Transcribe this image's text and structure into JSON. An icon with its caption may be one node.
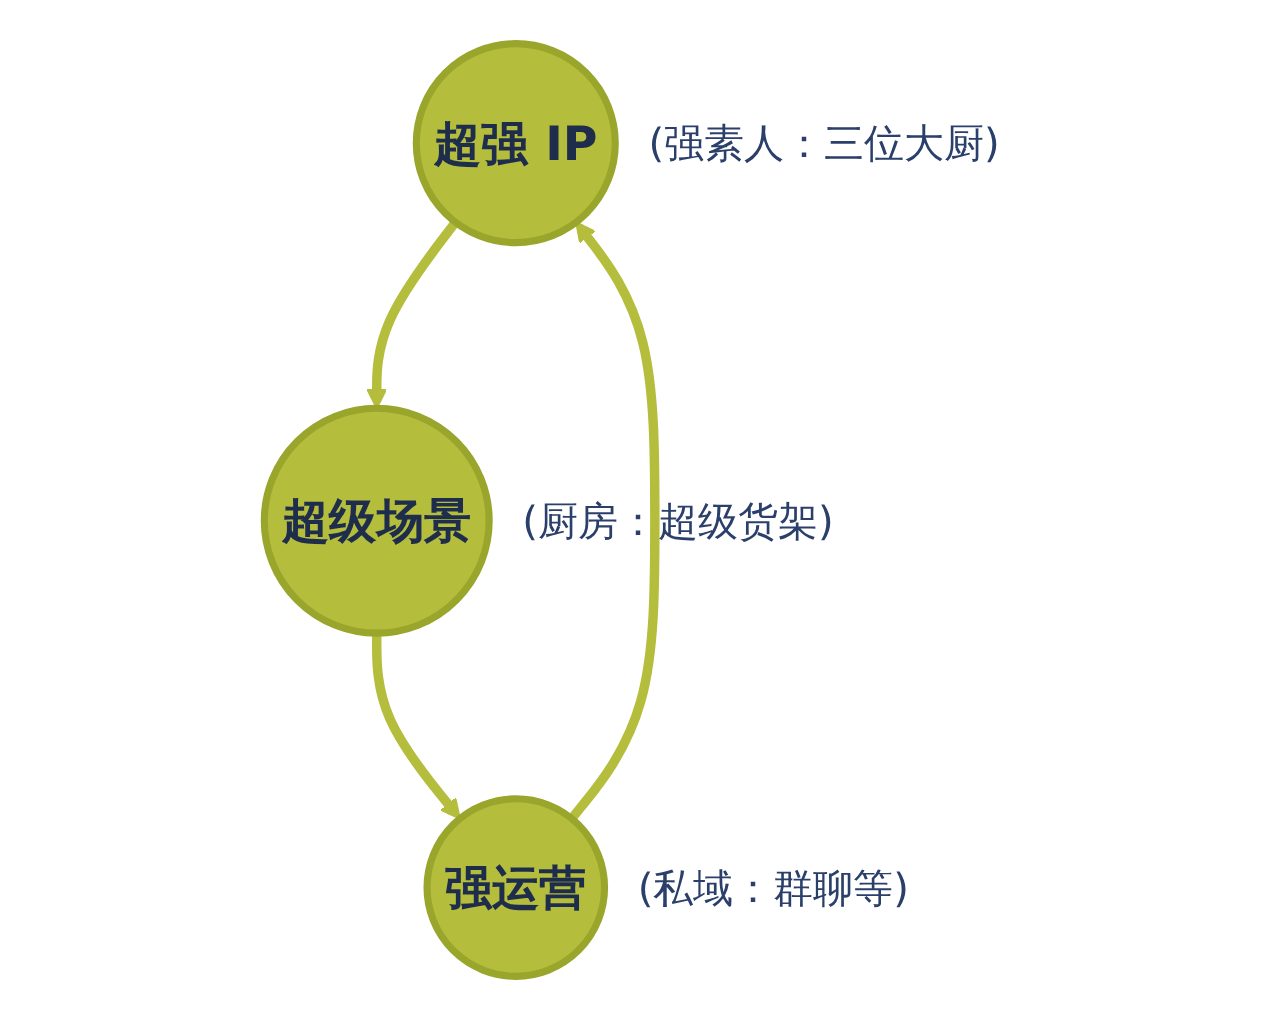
{
  "diagram": {
    "nodes": [
      {
        "text": [
          "超强 IP"
        ],
        "beside": [
          "(强素人：三位大厨)"
        ]
      },
      {
        "text": [
          "强运营"
        ],
        "beside": [
          "(私域：群聊等)"
        ]
      },
      {
        "text": [
          "超级场景"
        ],
        "beside": [
          "(厨房：超级货架)"
        ]
      }
    ],
    "edges": [
      {
        "from": 0,
        "to": 2,
        "arrow": "to"
      },
      {
        "from": 2,
        "to": 1,
        "arrow": "to"
      },
      {
        "from": 1,
        "to": 0,
        "arrow": "to"
      }
    ]
  }
}
